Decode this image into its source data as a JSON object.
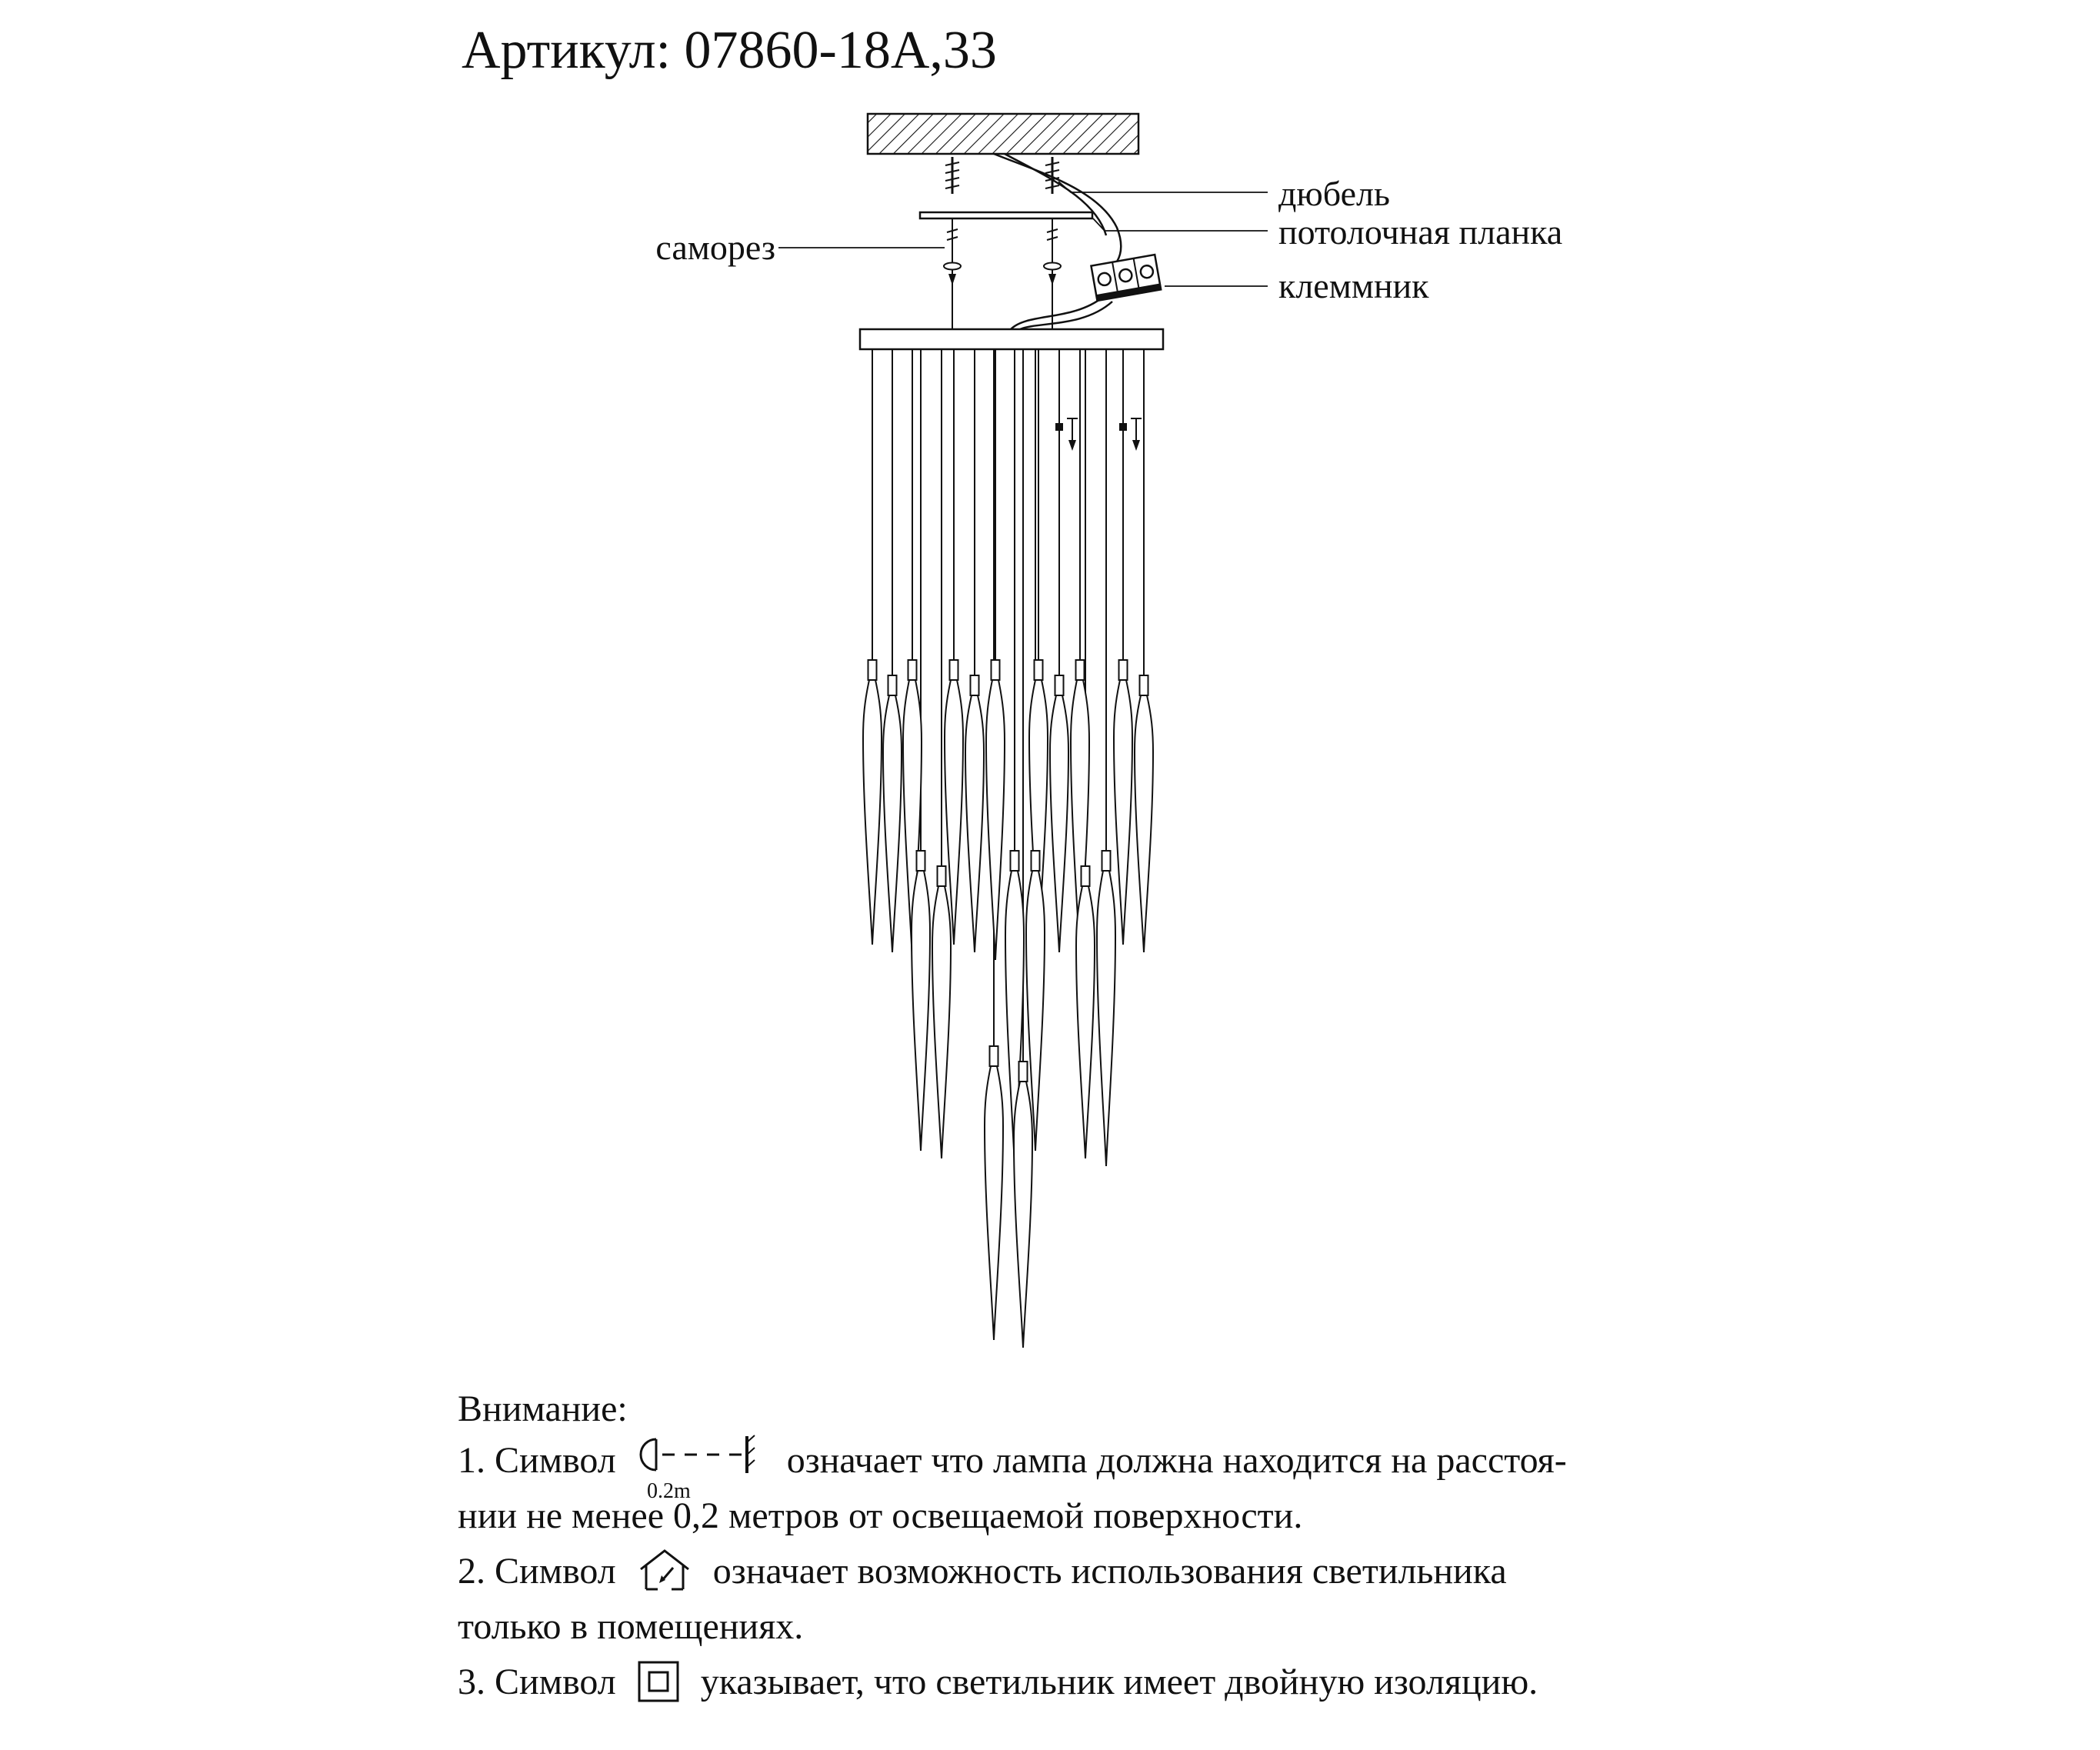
{
  "page": {
    "title": "Артикул: 07860-18А,33"
  },
  "diagram": {
    "labels": {
      "samorez": "саморез",
      "dyubel": "дюбель",
      "planka": "потолочная планка",
      "klemmnik": "клеммник"
    }
  },
  "notes": {
    "heading": "Внимание:",
    "item1": {
      "prefix": "1. Символ",
      "icon_text": "0.2m",
      "text_line1": "означает что лампа должна находится на расстоя-",
      "text_line2": "нии не менее 0,2 метров от освещаемой поверхности."
    },
    "item2": {
      "prefix": "2. Символ",
      "text_line1": "означает возможность использования светильника",
      "text_line2": "только в помещениях."
    },
    "item3": {
      "prefix": "3. Символ",
      "text_line1": "указывает, что светильник имеет двойную изоляцию."
    }
  }
}
